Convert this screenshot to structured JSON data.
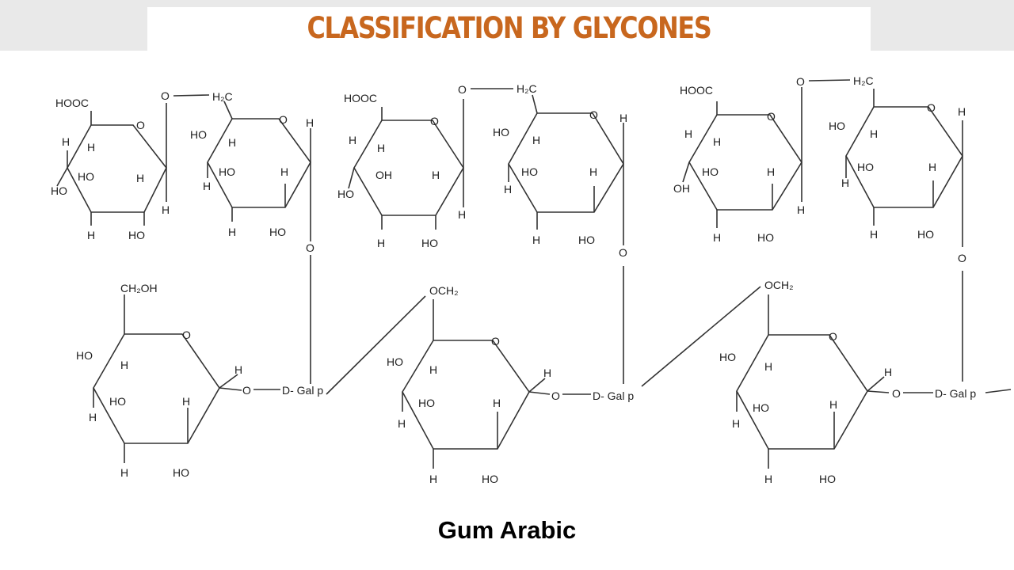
{
  "slide": {
    "title": "CLASSIFICATION BY  GLYCONES",
    "caption": "Gum Arabic"
  },
  "colors": {
    "title": "#c8671e",
    "background": "#ffffff",
    "frame": "#e9e9e9"
  },
  "labels": {
    "hooc": "HOOC",
    "h2c": "H₂C",
    "ch2oh": "CH₂OH",
    "och2": "OCH₂",
    "o": "O",
    "h": "H",
    "ho": "HO",
    "oh": "OH",
    "link_o": "O",
    "galp": "D- Gal p"
  }
}
